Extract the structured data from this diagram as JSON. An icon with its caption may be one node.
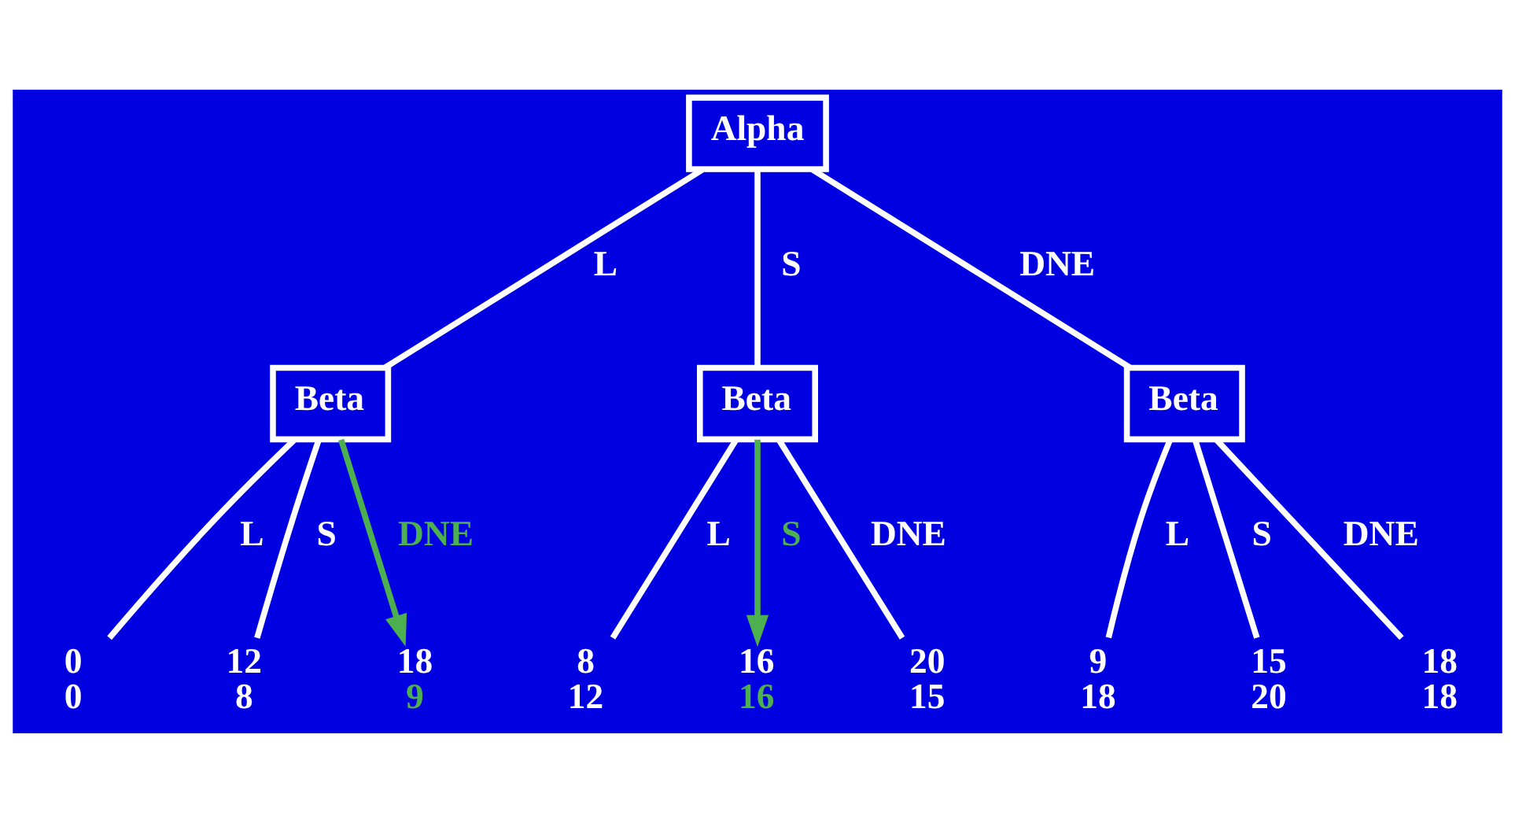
{
  "diagram": {
    "nodes": [
      {
        "text": [
          "Alpha"
        ]
      },
      {
        "text": [
          "Beta"
        ]
      },
      {
        "text": [
          "Beta"
        ]
      },
      {
        "text": [
          "Beta"
        ]
      },
      {
        "text": [
          "0",
          "0"
        ]
      },
      {
        "text": [
          "12",
          "8"
        ]
      },
      {
        "text": [
          "18",
          "9"
        ]
      },
      {
        "text": [
          "8",
          "12"
        ]
      },
      {
        "text": [
          "16",
          "16"
        ]
      },
      {
        "text": [
          "20",
          "15"
        ]
      },
      {
        "text": [
          "9",
          "18"
        ]
      },
      {
        "text": [
          "15",
          "20"
        ]
      },
      {
        "text": [
          "18",
          "18"
        ]
      }
    ],
    "edges": [
      {
        "from": 0,
        "to": 1,
        "arrow": "none",
        "label": "L"
      },
      {
        "from": 0,
        "to": 2,
        "arrow": "none",
        "label": "S"
      },
      {
        "from": 0,
        "to": 3,
        "arrow": "none",
        "label": "DNE"
      },
      {
        "from": 1,
        "to": 4,
        "arrow": "none",
        "label": "L"
      },
      {
        "from": 1,
        "to": 5,
        "arrow": "none",
        "label": "S"
      },
      {
        "from": 1,
        "to": 6,
        "arrow": "to",
        "label": "DNE",
        "color": "#4caf50"
      },
      {
        "from": 2,
        "to": 7,
        "arrow": "none",
        "label": "L"
      },
      {
        "from": 2,
        "to": 8,
        "arrow": "to",
        "label": "S",
        "color": "#4caf50"
      },
      {
        "from": 2,
        "to": 9,
        "arrow": "none",
        "label": "DNE"
      },
      {
        "from": 3,
        "to": 10,
        "arrow": "none",
        "label": "L"
      },
      {
        "from": 3,
        "to": 11,
        "arrow": "none",
        "label": "S"
      },
      {
        "from": 3,
        "to": 12,
        "arrow": "none",
        "label": "DNE"
      }
    ]
  }
}
